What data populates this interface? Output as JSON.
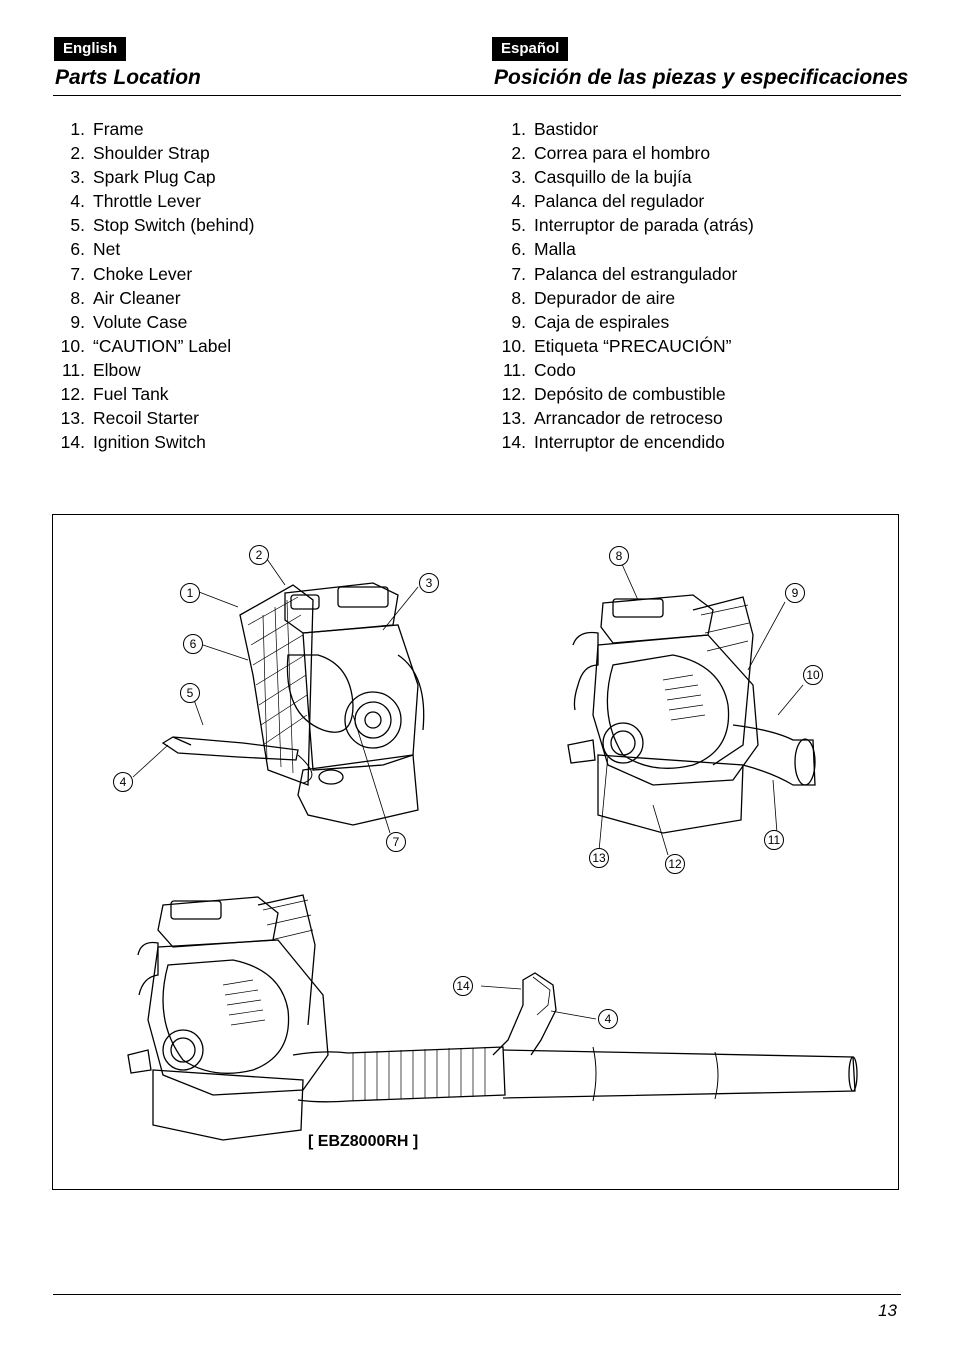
{
  "english": {
    "tag": "English",
    "heading": "Parts Location",
    "items": [
      {
        "n": "1.",
        "label": "Frame"
      },
      {
        "n": "2.",
        "label": "Shoulder Strap"
      },
      {
        "n": "3.",
        "label": "Spark Plug Cap"
      },
      {
        "n": "4.",
        "label": "Throttle Lever"
      },
      {
        "n": "5.",
        "label": "Stop Switch (behind)"
      },
      {
        "n": "6.",
        "label": "Net"
      },
      {
        "n": "7.",
        "label": "Choke Lever"
      },
      {
        "n": "8.",
        "label": "Air Cleaner"
      },
      {
        "n": "9.",
        "label": "Volute Case"
      },
      {
        "n": "10.",
        "label": "“CAUTION” Label"
      },
      {
        "n": "11.",
        "label": "Elbow"
      },
      {
        "n": "12.",
        "label": "Fuel Tank"
      },
      {
        "n": "13.",
        "label": "Recoil Starter"
      },
      {
        "n": "14.",
        "label": "Ignition Switch"
      }
    ]
  },
  "spanish": {
    "tag": "Español",
    "heading": "Posición de las piezas y especificaciones",
    "items": [
      {
        "n": "1.",
        "label": "Bastidor"
      },
      {
        "n": "2.",
        "label": "Correa para el hombro"
      },
      {
        "n": "3.",
        "label": "Casquillo de la bujía"
      },
      {
        "n": "4.",
        "label": "Palanca del regulador"
      },
      {
        "n": "5.",
        "label": "Interruptor de parada (atrás)"
      },
      {
        "n": "6.",
        "label": "Malla"
      },
      {
        "n": "7.",
        "label": "Palanca del estrangulador"
      },
      {
        "n": "8.",
        "label": "Depurador de aire"
      },
      {
        "n": "9.",
        "label": "Caja de espirales"
      },
      {
        "n": "10.",
        "label": "Etiqueta “PRECAUCIÓN”"
      },
      {
        "n": "11.",
        "label": "Codo"
      },
      {
        "n": "12.",
        "label": "Depósito de combustible"
      },
      {
        "n": "13.",
        "label": "Arrancador de retroceso"
      },
      {
        "n": "14.",
        "label": "Interruptor de encendido"
      }
    ]
  },
  "figure": {
    "model_label": "[ EBZ8000RH ]",
    "callouts": [
      "1",
      "2",
      "3",
      "4",
      "5",
      "6",
      "7",
      "8",
      "9",
      "10",
      "11",
      "12",
      "13",
      "14",
      "4"
    ]
  },
  "page_number": "13"
}
